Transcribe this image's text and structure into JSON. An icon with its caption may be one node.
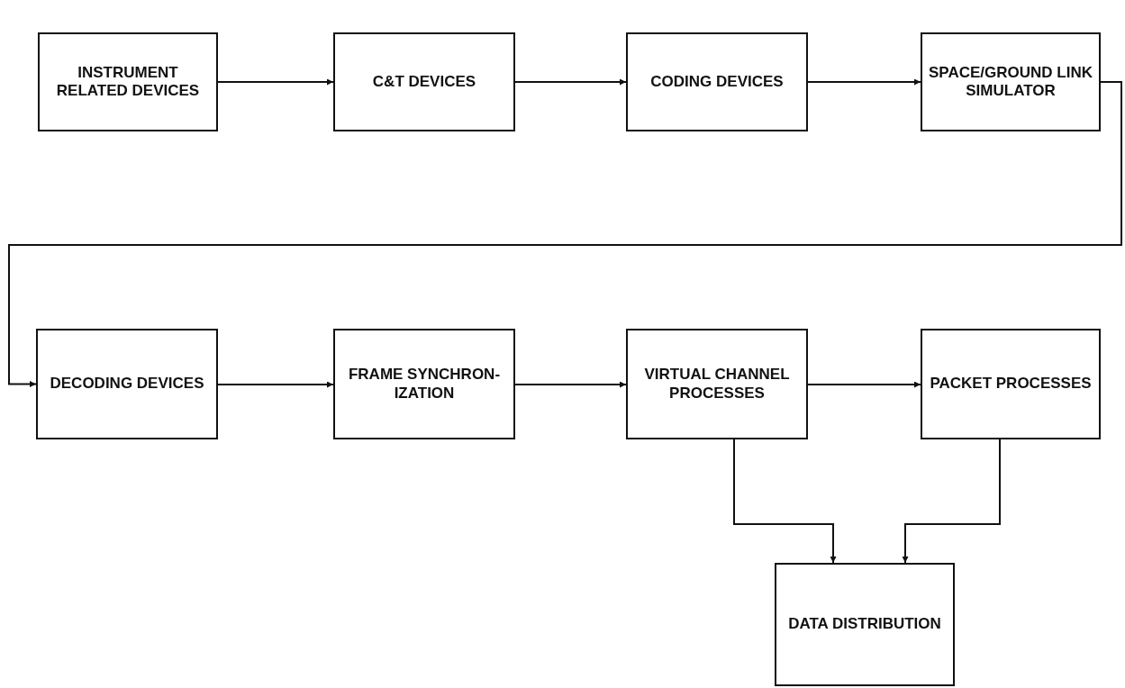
{
  "diagram": {
    "nodes": [
      {
        "text": [
          "INSTRUMENT RELATED DEVICES"
        ]
      },
      {
        "text": [
          "C&T DEVICES"
        ]
      },
      {
        "text": [
          "CODING DEVICES"
        ]
      },
      {
        "text": [
          "SPACE/GROUND LINK SIMULATOR"
        ]
      },
      {
        "text": [
          "DECODING DEVICES"
        ]
      },
      {
        "text": [
          "FRAME SYNCHRON- IZATION"
        ]
      },
      {
        "text": [
          "VIRTUAL CHANNEL PROCESSES"
        ]
      },
      {
        "text": [
          "PACKET PROCESSES"
        ]
      },
      {
        "text": [
          "DATA DISTRIBUTION"
        ]
      }
    ],
    "edges": [
      {
        "from": 0,
        "to": 1,
        "arrow": "to"
      },
      {
        "from": 1,
        "to": 2,
        "arrow": "to"
      },
      {
        "from": 2,
        "to": 3,
        "arrow": "to"
      },
      {
        "from": 3,
        "to": 4,
        "arrow": "to"
      },
      {
        "from": 4,
        "to": 5,
        "arrow": "to"
      },
      {
        "from": 5,
        "to": 6,
        "arrow": "to"
      },
      {
        "from": 6,
        "to": 7,
        "arrow": "to"
      },
      {
        "from": 6,
        "to": 8,
        "arrow": "to"
      },
      {
        "from": 7,
        "to": 8,
        "arrow": "to"
      }
    ]
  }
}
